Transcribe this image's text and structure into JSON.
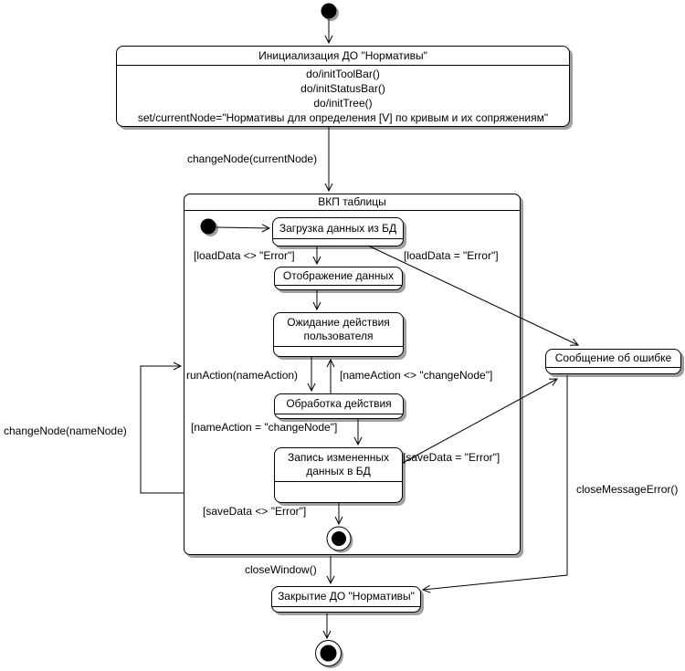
{
  "states": {
    "init": {
      "title": "Инициализация ДО \"Нормативы\"",
      "actions": [
        "do/initToolBar()",
        "do/initStatusBar()",
        "do/initTree()",
        "set/currentNode=\"Нормативы для определения [V] по кривым и их сопряжениям\""
      ]
    },
    "composite": {
      "title": "ВКП таблицы"
    },
    "load": {
      "title": "Загрузка данных из БД"
    },
    "display": {
      "title": "Отображение данных"
    },
    "wait": {
      "title": "Ожидание действия пользователя"
    },
    "process": {
      "title": "Обработка действия"
    },
    "save": {
      "title": "Запись измененных данных в БД"
    },
    "error": {
      "title": "Сообщение об ошибке"
    },
    "close": {
      "title": "Закрытие ДО \"Нормативы\""
    }
  },
  "transitions": {
    "change_node_current": "changeNode(currentNode)",
    "load_ok": "[loadData <> \"Error\"]",
    "load_err": "[loadData = \"Error\"]",
    "run_action": "runAction(nameAction)",
    "name_action_neq": "[nameAction <> \"changeNode\"]",
    "name_action_eq": "[nameAction = \"changeNode\"]",
    "save_err": "[saveData = \"Error\"]",
    "save_ok": "[saveData <> \"Error\"]",
    "change_node_name": "changeNode(nameNode)",
    "close_window": "closeWindow()",
    "close_message_error": "closeMessageError()"
  },
  "colors": {
    "line": "#000000",
    "fill": "#ffffff",
    "shadow": "#a0a0a0",
    "background": "#ffffff"
  }
}
